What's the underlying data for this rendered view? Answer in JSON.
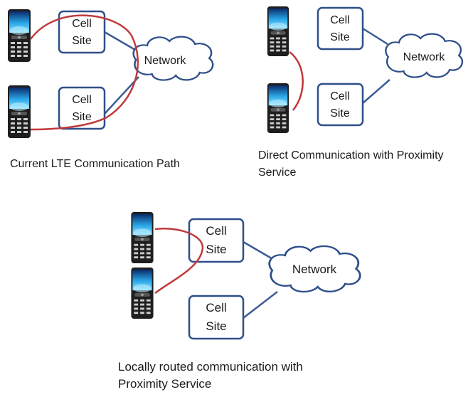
{
  "labels": {
    "cell_site": [
      "Cell",
      "Site"
    ],
    "network": "Network"
  },
  "captions": {
    "current": "Current LTE Communication Path",
    "direct_line1": "Direct Communication with Proximity",
    "direct_line2": "Service",
    "local_line1": "Locally routed communication with",
    "local_line2": "Proximity Service"
  },
  "colors": {
    "box_stroke": "#2f4f8a",
    "link_line": "#3b5b95",
    "path_line": "#c0393b",
    "phone_body": "#1e1e1e",
    "phone_screen": "#2aa8e8"
  },
  "icons": [
    "mobile-phone-icon",
    "cloud-icon"
  ]
}
